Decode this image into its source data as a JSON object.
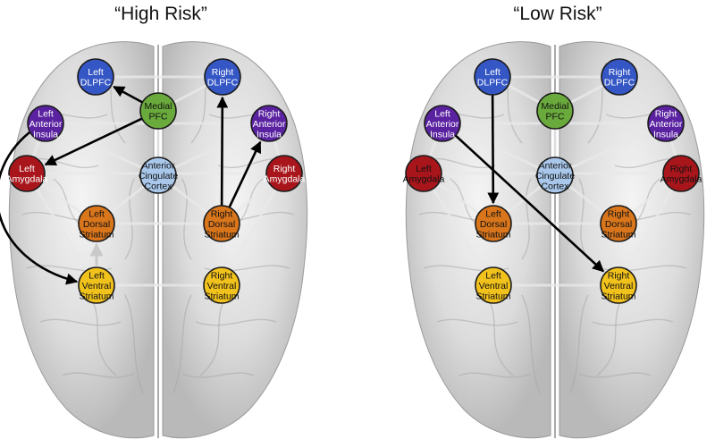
{
  "panels": [
    {
      "id": "high",
      "title": "“High Risk”",
      "nodes": [
        {
          "key": "ldlpfc",
          "label": [
            "Left",
            "DLPFC"
          ],
          "color": "#3557c5",
          "text": "#ffffff"
        },
        {
          "key": "rdlpfc",
          "label": [
            "Right",
            "DLPFC"
          ],
          "color": "#3557c5",
          "text": "#ffffff"
        },
        {
          "key": "mpfc",
          "label": [
            "Medial",
            "PFC"
          ],
          "color": "#6aaa3c",
          "text": "#111111"
        },
        {
          "key": "lai",
          "label": [
            "Left",
            "Anterior",
            "Insula"
          ],
          "color": "#5a22a0",
          "text": "#ffffff"
        },
        {
          "key": "rai",
          "label": [
            "Right",
            "Anterior",
            "Insula"
          ],
          "color": "#5a22a0",
          "text": "#ffffff"
        },
        {
          "key": "lamy",
          "label": [
            "Left",
            "Amygdala"
          ],
          "color": "#a8161c",
          "text": "#ffffff"
        },
        {
          "key": "ramy",
          "label": [
            "Right",
            "Amygdala"
          ],
          "color": "#a8161c",
          "text": "#ffffff"
        },
        {
          "key": "acc",
          "label": [
            "Anterior",
            "Cingulate",
            "Cortex"
          ],
          "color": "#a9c7ea",
          "text": "#111111"
        },
        {
          "key": "lds",
          "label": [
            "Left",
            "Dorsal",
            "Striatum"
          ],
          "color": "#d9761c",
          "text": "#111111"
        },
        {
          "key": "rds",
          "label": [
            "Right",
            "Dorsal",
            "Striatum"
          ],
          "color": "#d9761c",
          "text": "#111111"
        },
        {
          "key": "lvs",
          "label": [
            "Left",
            "Ventral",
            "Striatum"
          ],
          "color": "#f2c21c",
          "text": "#111111"
        },
        {
          "key": "rvs",
          "label": [
            "Right",
            "Ventral",
            "Striatum"
          ],
          "color": "#f2c21c",
          "text": "#111111"
        }
      ],
      "black_edges": [
        {
          "from": "mpfc",
          "to": "ldlpfc"
        },
        {
          "from": "mpfc",
          "to": "lamy"
        },
        {
          "from": "rds",
          "to": "rdlpfc"
        },
        {
          "from": "rds",
          "to": "rai"
        },
        {
          "from": "lai",
          "to": "lvs",
          "curved": true
        }
      ],
      "gray_edges": [
        {
          "from": "lvs",
          "to": "lds"
        }
      ]
    },
    {
      "id": "low",
      "title": "“Low Risk”",
      "nodes": [
        {
          "key": "ldlpfc",
          "label": [
            "Left",
            "DLPFC"
          ],
          "color": "#3557c5",
          "text": "#ffffff"
        },
        {
          "key": "rdlpfc",
          "label": [
            "Right",
            "DLPFC"
          ],
          "color": "#3557c5",
          "text": "#ffffff"
        },
        {
          "key": "mpfc",
          "label": [
            "Medial",
            "PFC"
          ],
          "color": "#6aaa3c",
          "text": "#111111"
        },
        {
          "key": "lai",
          "label": [
            "Left",
            "Anterior",
            "Insula"
          ],
          "color": "#5a22a0",
          "text": "#ffffff"
        },
        {
          "key": "rai",
          "label": [
            "Right",
            "Anterior",
            "Insula"
          ],
          "color": "#5a22a0",
          "text": "#ffffff"
        },
        {
          "key": "lamy",
          "label": [
            "Left",
            "Amygdala"
          ],
          "color": "#a8161c",
          "text": "#111111"
        },
        {
          "key": "ramy",
          "label": [
            "Right",
            "Amygdala"
          ],
          "color": "#a8161c",
          "text": "#111111"
        },
        {
          "key": "acc",
          "label": [
            "Anterior",
            "Cingulate",
            "Cortex"
          ],
          "color": "#a9c7ea",
          "text": "#111111"
        },
        {
          "key": "lds",
          "label": [
            "Left",
            "Dorsal",
            "Striatum"
          ],
          "color": "#d9761c",
          "text": "#111111"
        },
        {
          "key": "rds",
          "label": [
            "Right",
            "Dorsal",
            "Striatum"
          ],
          "color": "#d9761c",
          "text": "#111111"
        },
        {
          "key": "lvs",
          "label": [
            "Left",
            "Ventral",
            "Striatum"
          ],
          "color": "#f2c21c",
          "text": "#111111"
        },
        {
          "key": "rvs",
          "label": [
            "Right",
            "Ventral",
            "Striatum"
          ],
          "color": "#f2c21c",
          "text": "#111111"
        }
      ],
      "black_edges": [
        {
          "from": "ldlpfc",
          "to": "lds"
        },
        {
          "from": "lai",
          "to": "rvs"
        }
      ],
      "gray_edges": []
    }
  ]
}
